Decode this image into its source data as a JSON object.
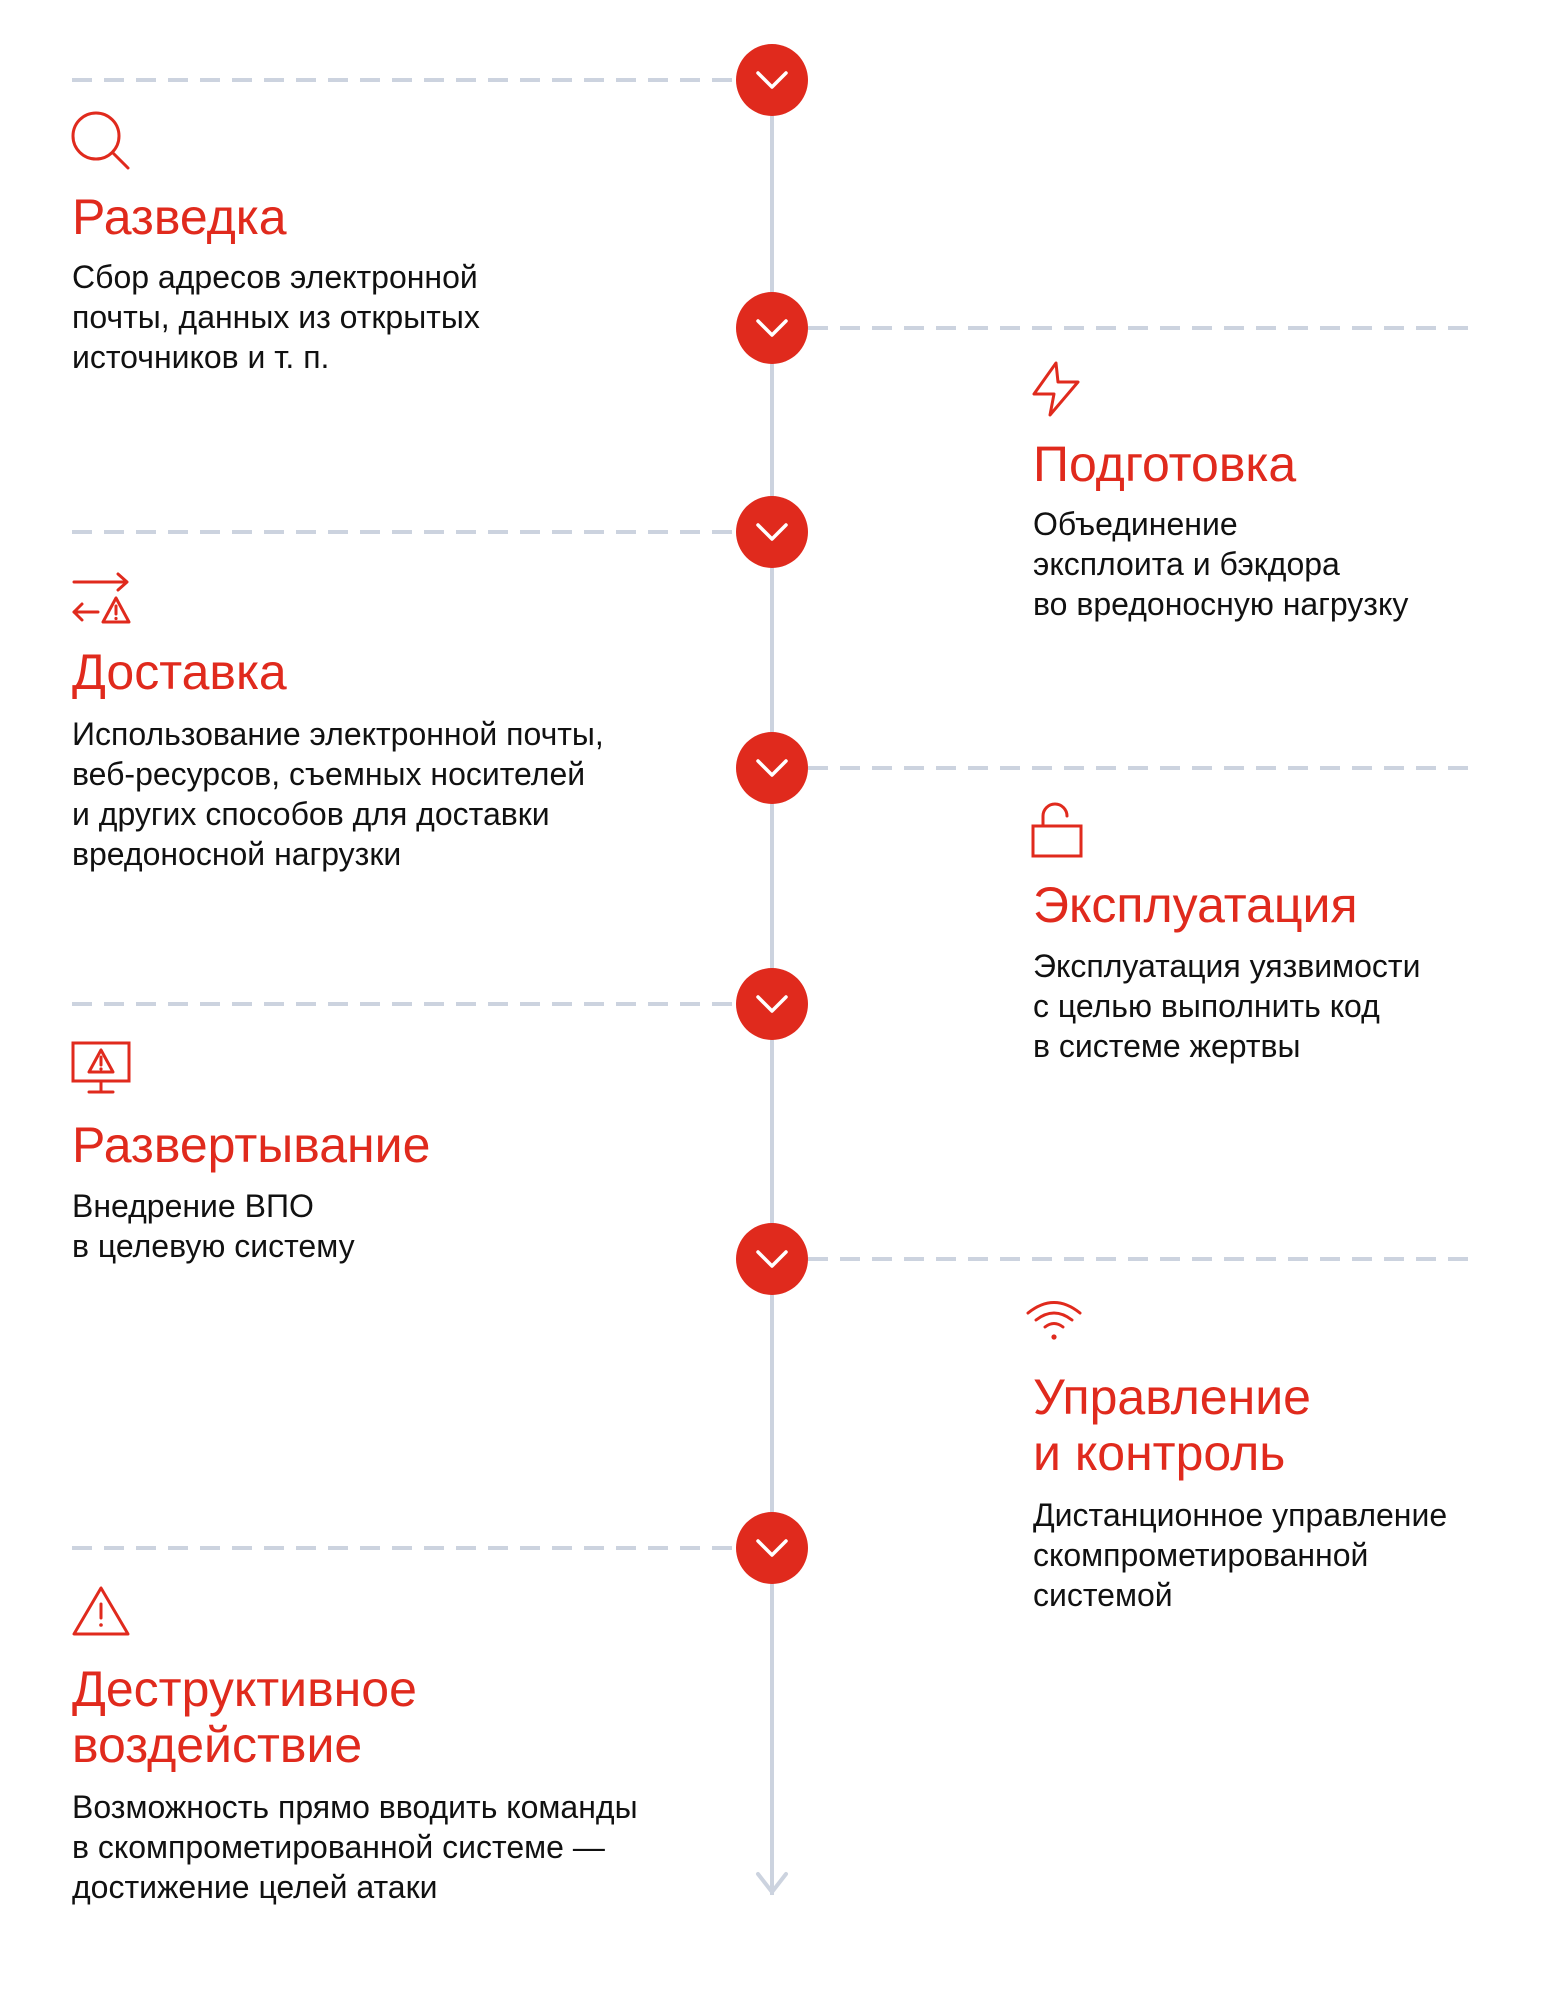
{
  "diagram": {
    "type": "vertical-timeline",
    "colors": {
      "accent": "#e02a1d",
      "axis": "#ccd3df",
      "text": "#111111",
      "background": "#ffffff"
    },
    "stages": [
      {
        "index": 1,
        "side": "left",
        "icon": "search-icon",
        "title": "Разведка",
        "description": "Сбор адресов электронной\nпочты, данных из открытых\nисточников и т. п."
      },
      {
        "index": 2,
        "side": "right",
        "icon": "lightning-icon",
        "title": "Подготовка",
        "description": "Объединение\nэксплоита и бэкдора\nво вредоносную нагрузку"
      },
      {
        "index": 3,
        "side": "left",
        "icon": "transfer-warning-icon",
        "title": "Доставка",
        "description": "Использование электронной почты,\nвеб-ресурсов, съемных носителей\nи других способов для доставки\nвредоносной нагрузки"
      },
      {
        "index": 4,
        "side": "right",
        "icon": "unlock-icon",
        "title": "Эксплуатация",
        "description": "Эксплуатация уязвимости\nс целью выполнить код\nв системе жертвы"
      },
      {
        "index": 5,
        "side": "left",
        "icon": "monitor-warning-icon",
        "title": "Развертывание",
        "description": "Внедрение ВПО\nв целевую систему"
      },
      {
        "index": 6,
        "side": "right",
        "icon": "wifi-icon",
        "title": "Управление\nи контроль",
        "description": "Дистанционное управление\nскомпрометированной\nсистемой"
      },
      {
        "index": 7,
        "side": "left",
        "icon": "warning-icon",
        "title": "Деструктивное\nвоздействие",
        "description": "Возможность прямо вводить команды\nв скомпрометированной системе —\nдостижение целей атаки"
      }
    ]
  }
}
